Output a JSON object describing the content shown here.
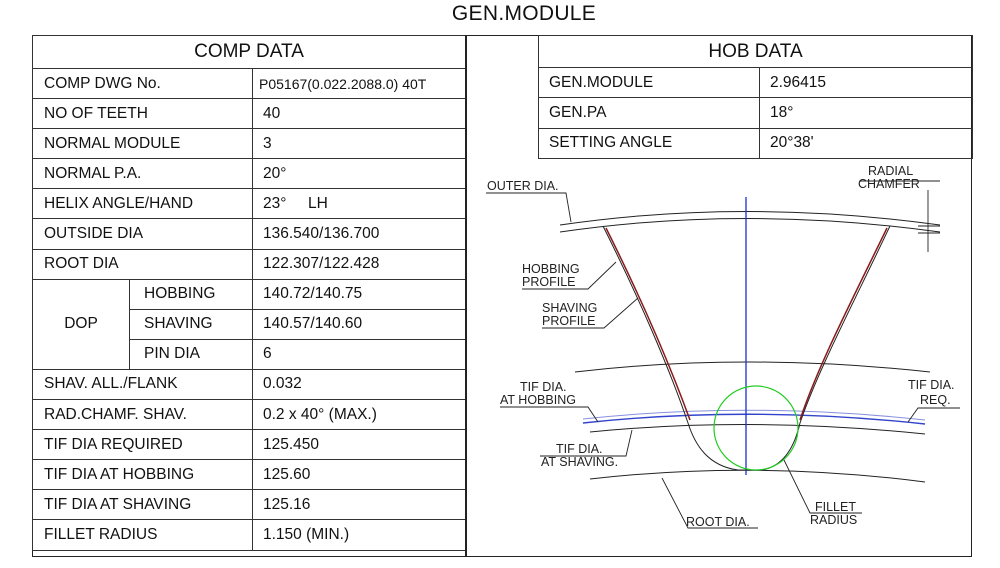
{
  "title": "GEN.MODULE",
  "comp": {
    "header": "COMP DATA",
    "rows": [
      {
        "label": "COMP DWG No.",
        "value": "P05167(0.022.2088.0) 40T"
      },
      {
        "label": "NO OF TEETH",
        "value": "40"
      },
      {
        "label": "NORMAL MODULE",
        "value": "3"
      },
      {
        "label": "NORMAL P.A.",
        "value": "20°"
      },
      {
        "label": "HELIX ANGLE/HAND",
        "value": "23°     LH"
      },
      {
        "label": "OUTSIDE DIA",
        "value": "136.540/136.700"
      },
      {
        "label": "ROOT DIA",
        "value": "122.307/122.428"
      }
    ],
    "dop": {
      "label": "DOP",
      "rows": [
        {
          "label": "HOBBING",
          "value": "140.72/140.75"
        },
        {
          "label": "SHAVING",
          "value": "140.57/140.60"
        },
        {
          "label": "PIN DIA",
          "value": "6"
        }
      ]
    },
    "rows2": [
      {
        "label": "SHAV. ALL./FLANK",
        "value": "0.032"
      },
      {
        "label": "RAD.CHAMF. SHAV.",
        "value": "0.2 x 40° (MAX.)"
      },
      {
        "label": "TIF DIA REQUIRED",
        "value": "125.450"
      },
      {
        "label": "TIF DIA AT HOBBING",
        "value": "125.60"
      },
      {
        "label": "TIF DIA AT SHAVING",
        "value": "125.16"
      },
      {
        "label": "FILLET RADIUS",
        "value": "1.150 (MIN.)"
      }
    ]
  },
  "hob": {
    "header": "HOB DATA",
    "rows": [
      {
        "label": "GEN.MODULE",
        "value": "2.96415"
      },
      {
        "label": "GEN.PA",
        "value": "18°"
      },
      {
        "label": "SETTING ANGLE",
        "value": "20°38'"
      }
    ]
  },
  "diagram": {
    "outer_dia": "OUTER DIA.",
    "radial_chamfer_1": "RADIAL",
    "radial_chamfer_2": "CHAMFER",
    "hobbing_profile_1": "HOBBING",
    "hobbing_profile_2": "PROFILE",
    "shaving_profile_1": "SHAVING",
    "shaving_profile_2": "PROFILE",
    "tif_hobbing_1": "TIF DIA.",
    "tif_hobbing_2": "AT HOBBING",
    "tif_req_1": "TIF DIA.",
    "tif_req_2": "REQ.",
    "tif_shaving_1": "TIF DIA.",
    "tif_shaving_2": "AT SHAVING.",
    "root_dia": "ROOT DIA.",
    "fillet_1": "FILLET",
    "fillet_2": "RADIUS",
    "colors": {
      "lines": "#222222",
      "hobbing": "#8b1a1a",
      "axis": "#1a2fd6",
      "tif": "#3344cc",
      "fillet_circle": "#22cc22"
    }
  }
}
